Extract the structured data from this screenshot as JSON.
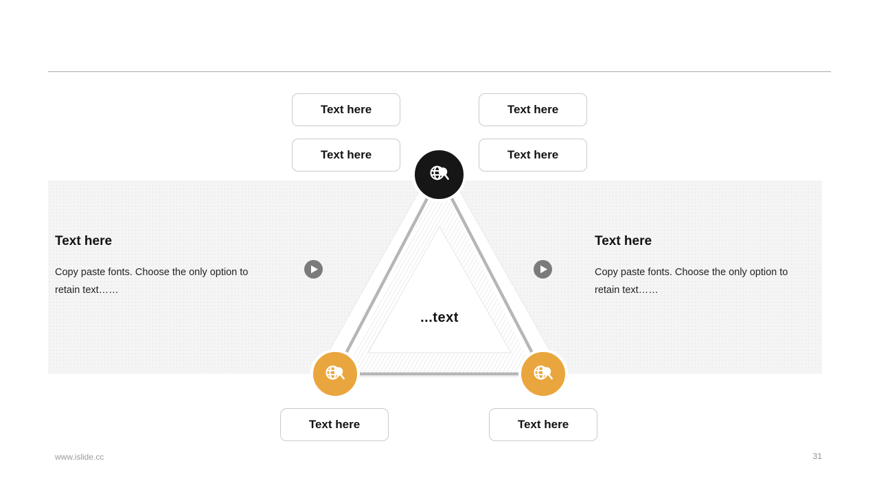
{
  "page": {
    "footer_website": "www.islide.cc",
    "page_number": "31"
  },
  "colors": {
    "accent_orange": "#EAA63E",
    "node_black": "#161616",
    "play_gray": "#7B7B7B",
    "band_gray": "#F5F5F6",
    "triangle_line_gray": "#B6B6B6"
  },
  "top_buttons": [
    {
      "label": "Text here"
    },
    {
      "label": "Text here"
    },
    {
      "label": "Text here"
    },
    {
      "label": "Text here"
    }
  ],
  "bottom_buttons": [
    {
      "label": "Text here"
    },
    {
      "label": "Text here"
    }
  ],
  "left_block": {
    "title": "Text here",
    "body": "Copy paste fonts. Choose the only option to retain text……"
  },
  "right_block": {
    "title": "Text here",
    "body": "Copy paste fonts. Choose the only option to retain text……"
  },
  "diagram": {
    "center_label": "...text",
    "nodes": [
      {
        "position": "top",
        "icon": "globe-search-icon",
        "color": "#161616"
      },
      {
        "position": "bottom-left",
        "icon": "globe-search-icon",
        "color": "#EAA63E"
      },
      {
        "position": "bottom-right",
        "icon": "globe-search-icon",
        "color": "#EAA63E"
      }
    ]
  }
}
